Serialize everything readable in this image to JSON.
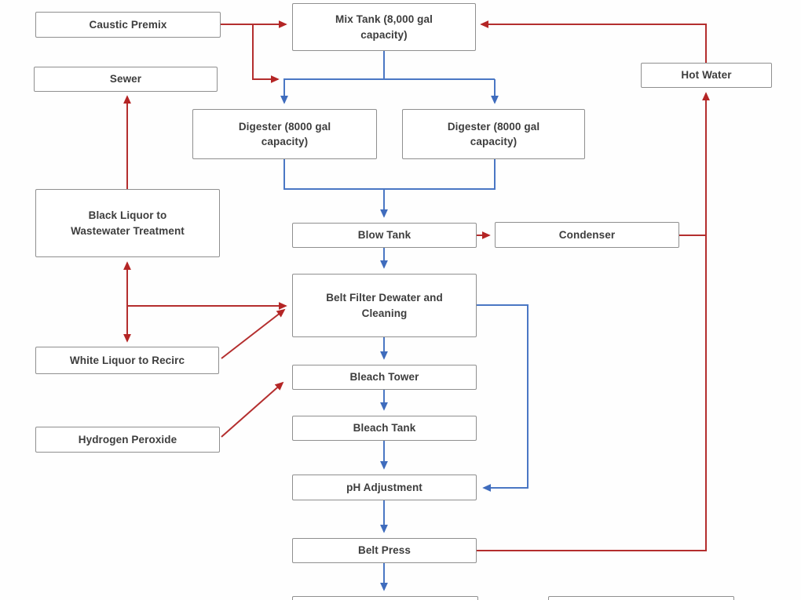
{
  "diagram": {
    "description": "Process flow diagram of a pulping / bleaching wastewater system",
    "nodes": {
      "caustic_premix": {
        "label": "Caustic Premix"
      },
      "mix_tank": {
        "label": "Mix Tank (8,000 gal capacity)"
      },
      "hot_water": {
        "label": "Hot Water"
      },
      "sewer": {
        "label": "Sewer"
      },
      "digester_1": {
        "label": "Digester (8000 gal capacity)"
      },
      "digester_2": {
        "label": "Digester (8000 gal capacity)"
      },
      "black_liquor": {
        "label": "Black Liquor to Wastewater Treatment"
      },
      "blow_tank": {
        "label": "Blow Tank"
      },
      "condenser": {
        "label": "Condenser"
      },
      "belt_filter": {
        "label": "Belt Filter Dewater and Cleaning"
      },
      "white_liquor": {
        "label": "White Liquor to Recirc"
      },
      "bleach_tower": {
        "label": "Bleach Tower"
      },
      "bleach_tank": {
        "label": "Bleach Tank"
      },
      "hydrogen_peroxide": {
        "label": "Hydrogen Peroxide"
      },
      "ph_adjustment": {
        "label": "pH Adjustment"
      },
      "belt_press": {
        "label": "Belt Press"
      },
      "bottom_box_1": {
        "label": ""
      },
      "bottom_box_2": {
        "label": ""
      }
    },
    "edges": [
      {
        "from": "caustic_premix",
        "to": "mix_tank",
        "color": "red"
      },
      {
        "from": "caustic_premix",
        "to": "digester_1_feed_line",
        "color": "red"
      },
      {
        "from": "black_liquor",
        "to": "sewer",
        "color": "red"
      },
      {
        "from": "black_liquor",
        "to": "white_liquor",
        "color": "red",
        "bidirectional": true
      },
      {
        "from": "black_liquor_white_liquor_line",
        "to": "belt_filter",
        "color": "red"
      },
      {
        "from": "white_liquor",
        "to": "belt_filter",
        "color": "red"
      },
      {
        "from": "hydrogen_peroxide",
        "to": "bleach_tower",
        "color": "red"
      },
      {
        "from": "blow_tank",
        "to": "condenser",
        "color": "red"
      },
      {
        "from": "condenser",
        "to": "hot_water_return_line",
        "color": "red"
      },
      {
        "from": "belt_press",
        "to": "hot_water",
        "color": "red"
      },
      {
        "from": "hot_water",
        "to": "mix_tank",
        "color": "red"
      },
      {
        "from": "mix_tank",
        "to": "digester_1",
        "color": "blue"
      },
      {
        "from": "mix_tank",
        "to": "digester_2",
        "color": "blue"
      },
      {
        "from": "digester_1",
        "to": "blow_tank",
        "color": "blue"
      },
      {
        "from": "digester_2",
        "to": "blow_tank",
        "color": "blue"
      },
      {
        "from": "blow_tank",
        "to": "belt_filter",
        "color": "blue"
      },
      {
        "from": "belt_filter",
        "to": "bleach_tower",
        "color": "blue"
      },
      {
        "from": "belt_filter",
        "to": "ph_adjustment",
        "color": "blue"
      },
      {
        "from": "bleach_tower",
        "to": "bleach_tank",
        "color": "blue"
      },
      {
        "from": "bleach_tank",
        "to": "ph_adjustment",
        "color": "blue"
      },
      {
        "from": "ph_adjustment",
        "to": "belt_press",
        "color": "blue"
      },
      {
        "from": "belt_press",
        "to": "bottom_box_1",
        "color": "blue"
      }
    ],
    "colors": {
      "flow_line_blue": "#4a77c4",
      "recirc_line_red": "#b42e2e",
      "box_border": "#8f8f8f",
      "label_text": "#3d3d3d",
      "background": "#fefefe"
    }
  }
}
